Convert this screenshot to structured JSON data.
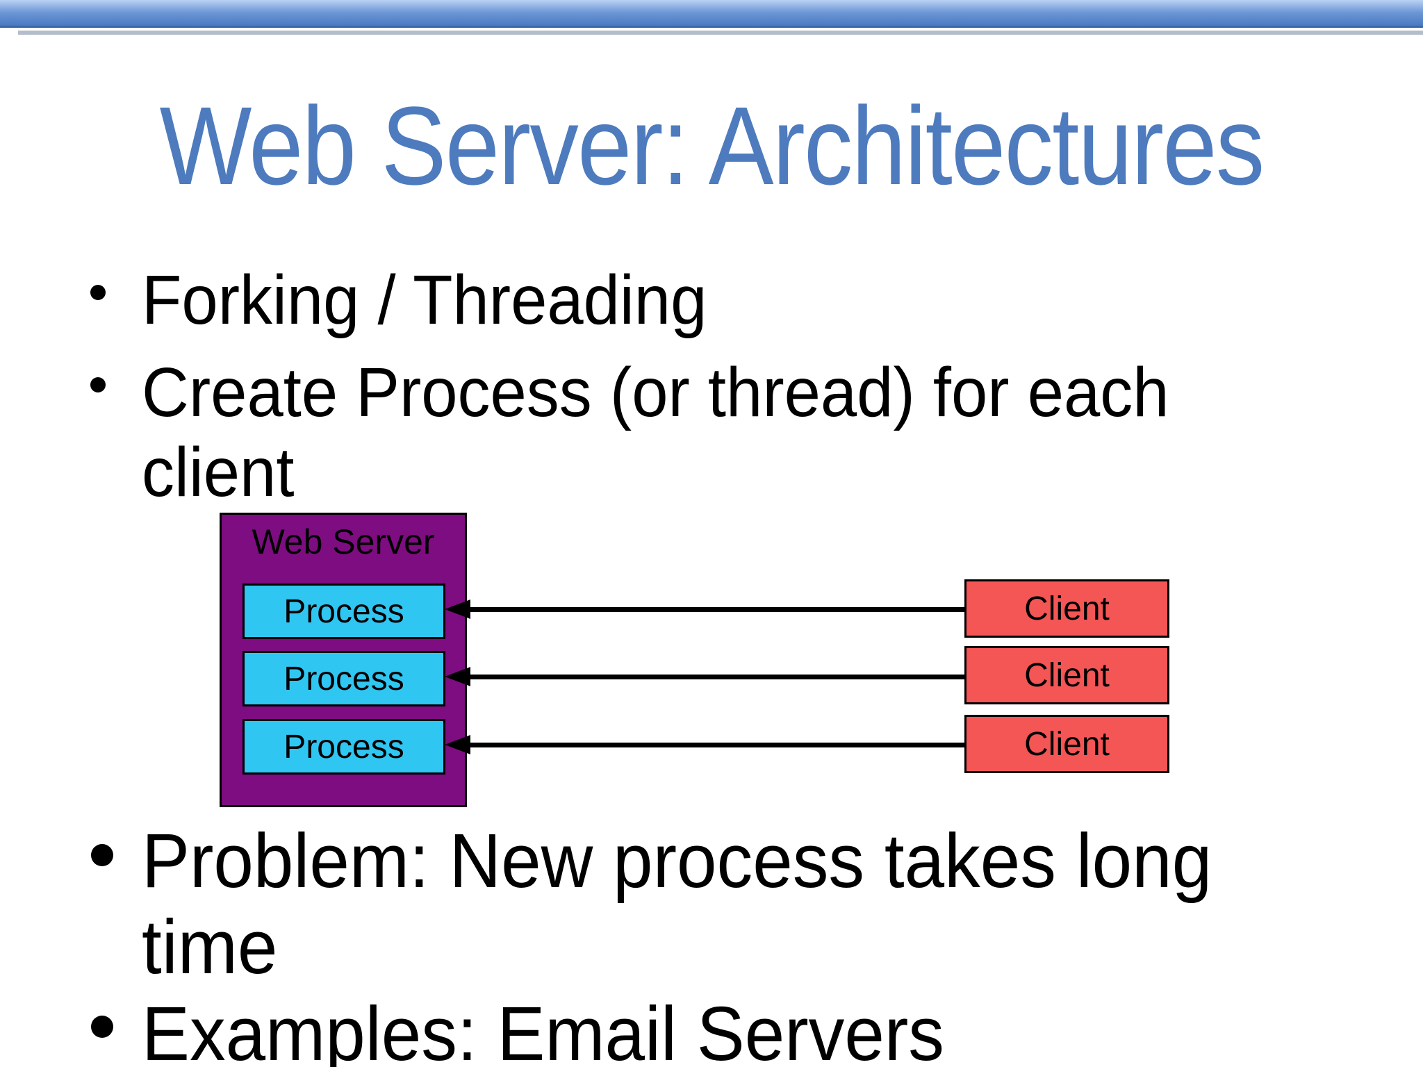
{
  "title": "Web Server: Architectures",
  "bullets_top": [
    {
      "lines": [
        "Forking / Threading"
      ]
    },
    {
      "lines": [
        "Create Process (or thread) for each",
        "client"
      ]
    }
  ],
  "bullets_bottom": [
    {
      "lines": [
        "Problem: New process takes long",
        "time"
      ]
    },
    {
      "lines": [
        "Examples: Email Servers"
      ]
    }
  ],
  "diagram": {
    "server_label": "Web Server",
    "process_boxes": [
      "Process",
      "Process",
      "Process"
    ],
    "client_boxes": [
      "Client",
      "Client",
      "Client"
    ],
    "connections": [
      {
        "from": "client-1",
        "to": "process-1",
        "arrowhead": "left"
      },
      {
        "from": "client-2",
        "to": "process-2",
        "arrowhead": "left"
      },
      {
        "from": "client-3",
        "to": "process-3",
        "arrowhead": "left"
      }
    ]
  },
  "colors": {
    "title_blue": "#4d7bbe",
    "bar_top": "#b9d1f3",
    "bar_mid": "#6d97d6",
    "bar_bottom": "#4a7ac2",
    "bar_edge": "#3a67a8",
    "bar_shadow": "#b3bdcc",
    "server_fill": "#7d0d80",
    "process_fill": "#30c6f2",
    "client_fill": "#f45555",
    "ink": "#000000",
    "background": "#ffffff"
  }
}
